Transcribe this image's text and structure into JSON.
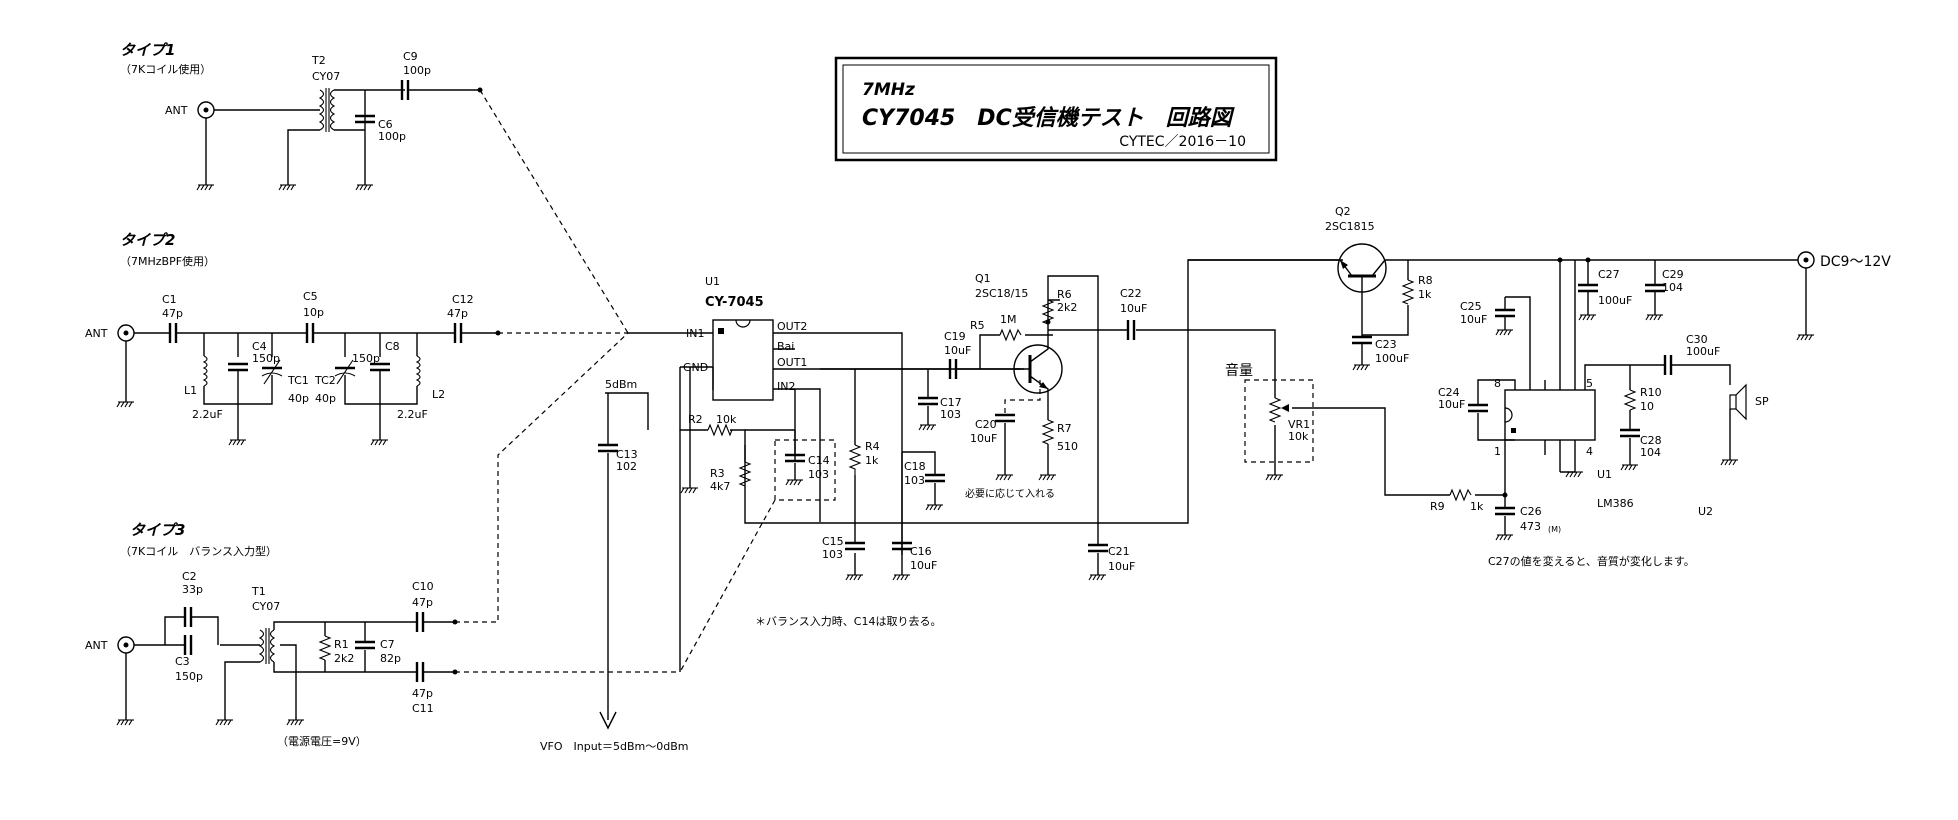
{
  "title_block": {
    "line1": "7MHz",
    "line2": "CY7045　DC受信機テスト　回路図",
    "line3": "CYTEC／2016－10"
  },
  "sections": {
    "type1": {
      "heading": "タイプ1",
      "sub": "（7Kコイル使用）"
    },
    "type2": {
      "heading": "タイプ2",
      "sub": "（7MHzBPF使用）"
    },
    "type3": {
      "heading": "タイプ3",
      "sub": "（7Kコイル　バランス入力型）",
      "note": "（電源電圧=9V）"
    }
  },
  "labels": {
    "ant": "ANT",
    "t2": "T2",
    "t2_part": "CY07",
    "c9": "C9",
    "c9_val": "100p",
    "c6": "C6",
    "c6_val": "100p",
    "c1": "C1",
    "c1_val": "47p",
    "c5": "C5",
    "c5_val": "10p",
    "c12": "C12",
    "c12_val": "47p",
    "c4": "C4",
    "c4_val": "150p",
    "c8": "C8",
    "c8_val": "150p",
    "tc1": "TC1",
    "tc1_val": "40p",
    "tc2": "TC2",
    "tc2_val": "40p",
    "l1": "L1",
    "l1_val": "2.2uF",
    "l2": "L2",
    "l2_val": "2.2uF",
    "c2": "C2",
    "c2_val": "33p",
    "c3": "C3",
    "c3_val": "150p",
    "t1": "T1",
    "t1_part": "CY07",
    "r1": "R1",
    "r1_val": "2k2",
    "c7": "C7",
    "c7_val": "82p",
    "c10": "C10",
    "c10_val": "47p",
    "c11": "C11",
    "c11_val": "47p",
    "u1": "U1",
    "u1_part": "CY-7045",
    "pin_in1": "IN1",
    "pin_gnd": "GND",
    "pin_out2": "OUT2",
    "pin_bai": "Bai",
    "pin_out1": "OUT1",
    "pin_in2": "IN2",
    "dbm": "5dBm",
    "c13": "C13",
    "c13_val": "102",
    "r2": "R2",
    "r2_val": "10k",
    "r3": "R3",
    "r3_val": "4k7",
    "c14": "C14",
    "c14_val": "103",
    "r4": "R4",
    "r4_val": "1k",
    "c15": "C15",
    "c15_val": "103",
    "c16": "C16",
    "c16_val": "10uF",
    "c18": "C18",
    "c18_val": "103",
    "c17": "C17",
    "c17_val": "103",
    "c19": "C19",
    "c19_val": "10uF",
    "q1": "Q1",
    "q1_part": "2SC18/15",
    "r5": "R5",
    "r5_val": "1M",
    "r6": "R6",
    "r6_val": "2k2",
    "r7": "R7",
    "r7_val": "510",
    "c20": "C20",
    "c20_val": "10uF",
    "c22": "C22",
    "c22_val": "10uF",
    "c21": "C21",
    "c21_val": "10uF",
    "optional": "必要に応じて入れる",
    "balance_note": "＊バランス入力時、C14は取り去る。",
    "vfo": "VFO　Input＝5dBm～0dBm",
    "q2": "Q2",
    "q2_part": "2SC1815",
    "r8": "R8",
    "r8_val": "1k",
    "c23": "C23",
    "c23_val": "100uF",
    "c27": "C27",
    "c27_val": "100uF",
    "c29": "C29",
    "c29_val": "104",
    "dc": "DC9～12V",
    "volume": "音量",
    "vr1": "VR1",
    "vr1_val": "10k",
    "c25": "C25",
    "c25_val": "10uF",
    "c24": "C24",
    "c24_val": "10uF",
    "pin8": "8",
    "pin5": "5",
    "pin1": "1",
    "pin4": "4",
    "u1b": "U1",
    "u1b_part": "LM386",
    "u2": "U2",
    "r9": "R9",
    "r9_val": "1k",
    "c26": "C26",
    "c26_val": "473",
    "c26_note": "(M)",
    "r10": "R10",
    "r10_val": "10",
    "c28": "C28",
    "c28_val": "104",
    "c30": "C30",
    "c30_val": "100uF",
    "sp": "SP",
    "c27_note": "C27の値を変えると、音質が変化します。"
  }
}
